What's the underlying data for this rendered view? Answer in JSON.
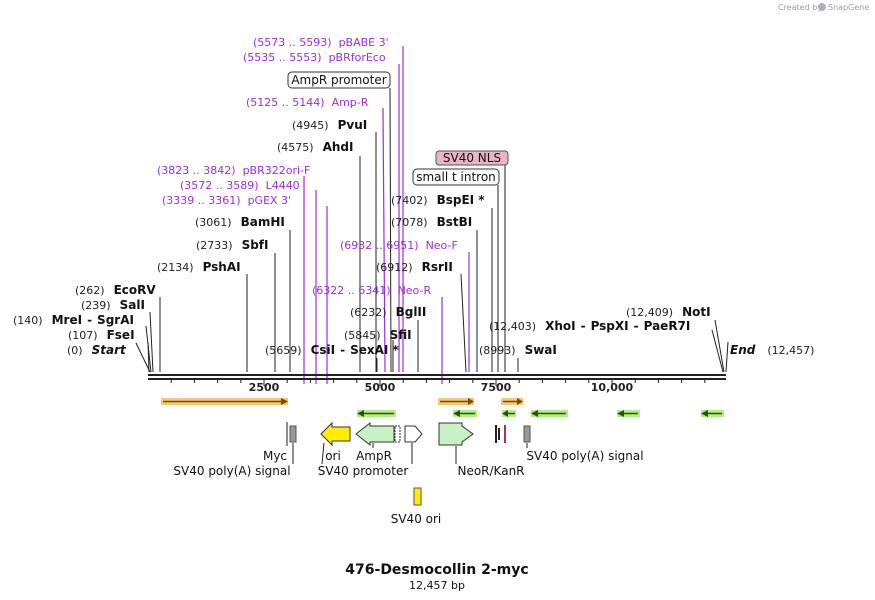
{
  "credit": {
    "text": "Created by",
    "brand": "SnapGene"
  },
  "map": {
    "title": "476-Desmocollin 2-myc",
    "length_label": "12,457 bp",
    "length": 12457,
    "ticks": [
      "2500",
      "5000",
      "7500",
      "10,000"
    ]
  },
  "sites": [
    {
      "pos": "(0)",
      "name": "Start",
      "bp": 0
    },
    {
      "pos": "(107)",
      "name": "FseI",
      "bp": 107
    },
    {
      "pos": "(140)",
      "name": "MreI",
      "extra": [
        "SgrAI"
      ],
      "bp": 140
    },
    {
      "pos": "(239)",
      "name": "SalI",
      "bp": 239
    },
    {
      "pos": "(262)",
      "name": "EcoRV",
      "bp": 262
    },
    {
      "pos": "(2134)",
      "name": "PshAI",
      "bp": 2134
    },
    {
      "pos": "(2733)",
      "name": "SbfI",
      "bp": 2733
    },
    {
      "pos": "(3061)",
      "name": "BamHI",
      "bp": 3061
    },
    {
      "pos": "(4575)",
      "name": "AhdI",
      "bp": 4575
    },
    {
      "pos": "(4945)",
      "name": "PvuI",
      "bp": 4945
    },
    {
      "pos": "(5659)",
      "name": "CsiI",
      "extra": [
        "SexAI *"
      ],
      "bp": 5659
    },
    {
      "pos": "(5845)",
      "name": "SfiI",
      "bp": 5845
    },
    {
      "pos": "(6232)",
      "name": "BglII",
      "bp": 6232
    },
    {
      "pos": "(6912)",
      "name": "RsrII",
      "bp": 6912
    },
    {
      "pos": "(7078)",
      "name": "BstBI",
      "bp": 7078
    },
    {
      "pos": "(7402)",
      "name": "BspEI *",
      "bp": 7402
    },
    {
      "pos": "(8993)",
      "name": "SwaI",
      "bp": 8993
    },
    {
      "pos": "(12,403)",
      "name": "XhoI",
      "extra": [
        "PspXI",
        "PaeR7I"
      ],
      "bp": 12403
    },
    {
      "pos": "(12,409)",
      "name": "NotI",
      "bp": 12409
    },
    {
      "pos": "(12,457)",
      "name": "End",
      "bp": 12457
    }
  ],
  "primers": [
    {
      "range": "(5573 .. 5593)",
      "name": "pBABE 3'"
    },
    {
      "range": "(5535 .. 5553)",
      "name": "pBRforEco"
    },
    {
      "range": "(5125 .. 5144)",
      "name": "Amp-R"
    },
    {
      "range": "(3823 .. 3842)",
      "name": "pBR322ori-F"
    },
    {
      "range": "(3572 .. 3589)",
      "name": "L4440"
    },
    {
      "range": "(3339 .. 3361)",
      "name": "pGEX 3'"
    },
    {
      "range": "(6932 .. 6951)",
      "name": "Neo-F"
    },
    {
      "range": "(6322 .. 6341)",
      "name": "Neo-R"
    }
  ],
  "boxed_features": [
    {
      "name": "AmpR promoter",
      "style": "white"
    },
    {
      "name": "SV40 NLS",
      "style": "pink"
    },
    {
      "name": "small t intron",
      "style": "white"
    }
  ],
  "features": [
    {
      "name": "Myc"
    },
    {
      "name": "SV40 poly(A) signal"
    },
    {
      "name": "ori"
    },
    {
      "name": "AmpR"
    },
    {
      "name": "SV40 promoter"
    },
    {
      "name": "NeoR/KanR"
    },
    {
      "name": "SV40 poly(A) signal"
    },
    {
      "name": "SV40 ori"
    }
  ],
  "colors": {
    "primer": "#9b30d9",
    "orf_orange": "#f5a623",
    "orf_green": "#7ed321",
    "ori": "#ffee00",
    "ampr": "#c6f2c6",
    "neor": "#c6f2c6",
    "nls": "#e8b4c8",
    "polya": "#999999",
    "backbone": "#222222"
  }
}
